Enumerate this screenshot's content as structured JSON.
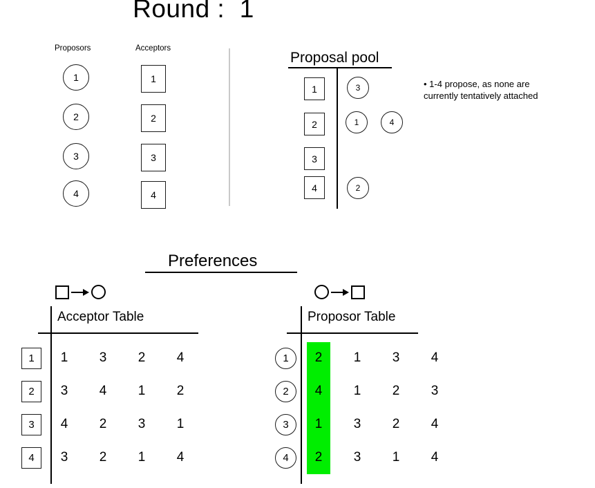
{
  "title": "Round :  1",
  "top_panel": {
    "proposors_label": "Proposors",
    "acceptors_label": "Acceptors",
    "proposors": [
      "1",
      "2",
      "3",
      "4"
    ],
    "acceptors": [
      "1",
      "2",
      "3",
      "4"
    ]
  },
  "proposal_pool": {
    "title": "Proposal pool",
    "rows": [
      {
        "acceptor": "1",
        "proposals": [
          "3"
        ]
      },
      {
        "acceptor": "2",
        "proposals": [
          "1",
          "4"
        ]
      },
      {
        "acceptor": "3",
        "proposals": []
      },
      {
        "acceptor": "4",
        "proposals": [
          "2"
        ]
      }
    ]
  },
  "note": "• 1-4 propose, as none are\ncurrently tentatively attached",
  "preferences": {
    "title": "Preferences",
    "acceptor_table": {
      "title": "Acceptor Table",
      "legend_from": "square",
      "legend_to": "circle",
      "rows": [
        {
          "key": "1",
          "prefs": [
            "1",
            "3",
            "2",
            "4"
          ]
        },
        {
          "key": "2",
          "prefs": [
            "3",
            "4",
            "1",
            "2"
          ]
        },
        {
          "key": "3",
          "prefs": [
            "4",
            "2",
            "3",
            "1"
          ]
        },
        {
          "key": "4",
          "prefs": [
            "3",
            "2",
            "1",
            "4"
          ]
        }
      ]
    },
    "proposor_table": {
      "title": "Proposor Table",
      "legend_from": "circle",
      "legend_to": "square",
      "highlight_color": "#00ee00",
      "highlight_column": 0,
      "rows": [
        {
          "key": "1",
          "prefs": [
            "2",
            "1",
            "3",
            "4"
          ]
        },
        {
          "key": "2",
          "prefs": [
            "4",
            "1",
            "2",
            "3"
          ]
        },
        {
          "key": "3",
          "prefs": [
            "1",
            "3",
            "2",
            "4"
          ]
        },
        {
          "key": "4",
          "prefs": [
            "2",
            "3",
            "1",
            "4"
          ]
        }
      ]
    }
  }
}
